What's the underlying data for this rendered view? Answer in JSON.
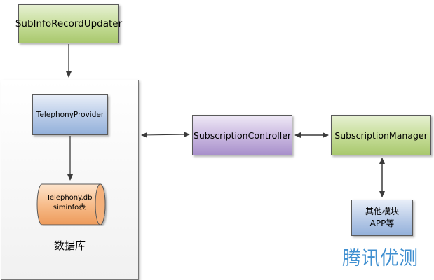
{
  "nodes": {
    "subinfo_updater": "SubInfoRecordUpdater",
    "database_label": "数据库",
    "telephony_provider": "TelephonyProvider",
    "db_file_line1": "Telephony.db",
    "db_file_line2": "siminfo表",
    "subscription_controller": "SubscriptionController",
    "subscription_manager": "SubscriptionManager",
    "other_modules_line1": "其他模块",
    "other_modules_line2": "APP等"
  },
  "edges": [
    {
      "from": "SubInfoRecordUpdater",
      "to": "数据库",
      "direction": "one-way"
    },
    {
      "from": "TelephonyProvider",
      "to": "Telephony.db siminfo表",
      "direction": "one-way"
    },
    {
      "from": "数据库",
      "to": "SubscriptionController",
      "direction": "two-way"
    },
    {
      "from": "SubscriptionController",
      "to": "SubscriptionManager",
      "direction": "two-way"
    },
    {
      "from": "SubscriptionManager",
      "to": "其他模块 APP等",
      "direction": "two-way"
    }
  ],
  "watermark": "腾讯优测",
  "colors": {
    "green_node": "#c4dc96",
    "blue_node": "#b7cae7",
    "purple_node": "#c8b6df",
    "cylinder": "#f0a468",
    "watermark": "#3f8fd0",
    "edge": "#3a3a3a"
  }
}
